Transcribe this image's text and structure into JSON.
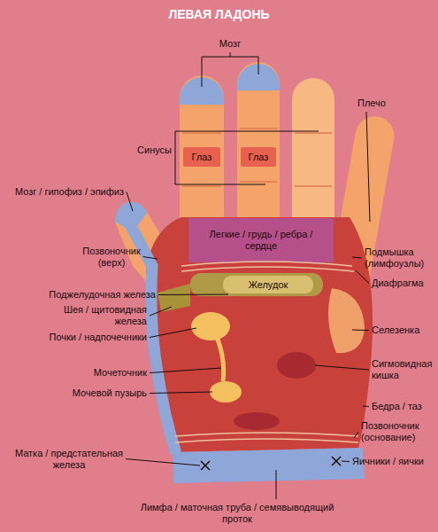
{
  "diagram": {
    "title": "ЛЕВАЯ ЛАДОНЬ",
    "nodes": [
      {
        "text": [
          "Глаз"
        ]
      },
      {
        "text": [
          "Глаз"
        ]
      },
      {
        "text": [
          "Легкие / грудь / ребра / сердце"
        ]
      },
      {
        "text": [
          "Желудок"
        ]
      }
    ],
    "labels": [
      "Мозг",
      "Плечо",
      "Синусы",
      "Мозг / гипофиз / эпифиз",
      "Позвоночник (верх)",
      "Подмышка (лимфоузлы)",
      "Диафрагма",
      "Поджелудочная железа",
      "Шея / щитовидная железа",
      "Почки / надпочечники",
      "Селезенка",
      "Мочеточник",
      "Сигмовидная кишка",
      "Мочевой пузырь",
      "Бедра / таз",
      "Позвоночник (основание)",
      "Матка / предстательная железа",
      "Яичники / яички",
      "Лимфа / маточная труба / семявыводящий проток"
    ]
  }
}
